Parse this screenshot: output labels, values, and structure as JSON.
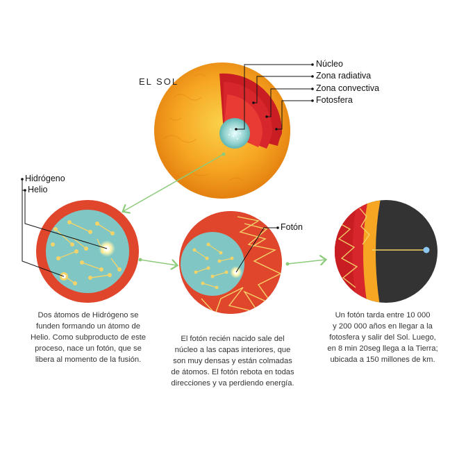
{
  "title": "EL SOL",
  "sun_labels": [
    "Núcleo",
    "Zona radiativa",
    "Zona convectiva",
    "Fotosfera"
  ],
  "atom_labels": {
    "hydrogen": "Hidrógeno",
    "helium": "Helio"
  },
  "photon_label": "Fotón",
  "captions": {
    "left": [
      "Dos átomos de Hidrógeno se",
      "funden formando un átomo de",
      "Helio. Como subproducto de este",
      "proceso, nace un fotón, que se",
      "libera al momento de la fusión."
    ],
    "middle": [
      "El fotón recién nacido sale del",
      "núcleo a las capas interiores, que",
      "son muy densas y están colmadas",
      "de átomos. El fotón rebota en todas",
      "direcciones y va perdiendo energía."
    ],
    "right": [
      "Un fotón tarda entre 10 000",
      "y 200 000 años en llegar a la",
      "fotosfera y salir del Sol. Luego,",
      "en 8 min 20seg llega a la Tierra;",
      "ubicada a 150 millones de km."
    ]
  },
  "colors": {
    "sun": "#f5a623",
    "sun_outer": "#e88a12",
    "core": "#7fc6c4",
    "radiative": "#d7262c",
    "convective": "#c81e23",
    "ring": "#e0462c",
    "particle": "#f3d36a",
    "arrow": "#8ccb7a",
    "space": "#333333"
  }
}
